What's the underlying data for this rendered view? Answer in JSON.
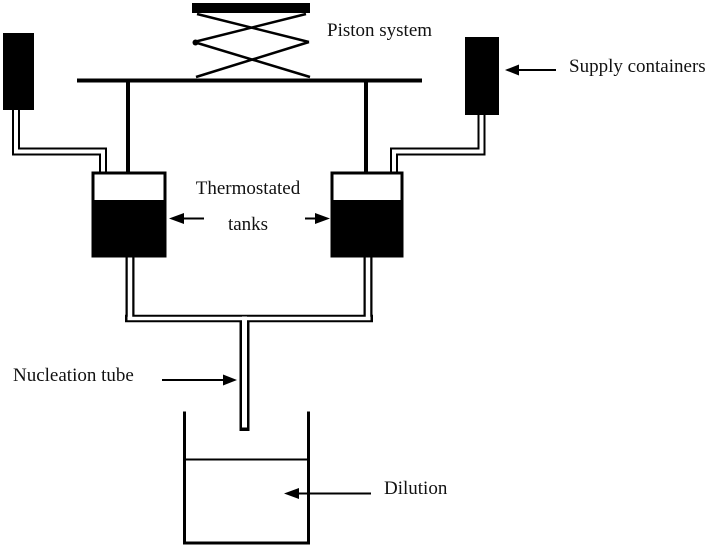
{
  "figure": {
    "description": "Schematic of a nucleation apparatus",
    "background_color": "#ffffff",
    "line_color": "#000000",
    "labels": {
      "piston_system": "Piston system",
      "supply_containers": "Supply containers",
      "thermostated_tanks_line1": "Thermostated",
      "thermostated_tanks_line2": "tanks",
      "nucleation_tube": "Nucleation tube",
      "dilution": "Dilution"
    }
  }
}
